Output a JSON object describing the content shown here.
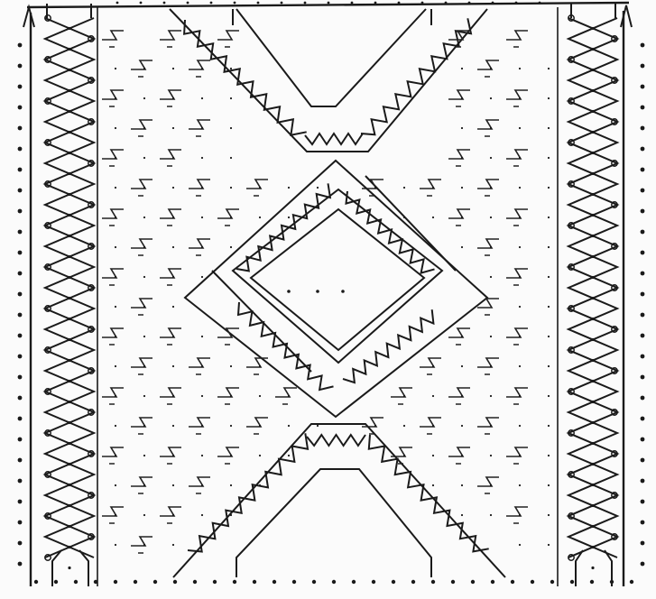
{
  "pattern": {
    "ink_color": "#1a1a1a",
    "paper_color": "#fbfbfb",
    "elements": [
      "cross-braid-cable-left",
      "cross-braid-cable-right",
      "upper-v-zigzag-band",
      "central-diamond",
      "lower-chevron-zigzag-band",
      "stitch-symbol-field",
      "pin-dot-rows"
    ]
  }
}
